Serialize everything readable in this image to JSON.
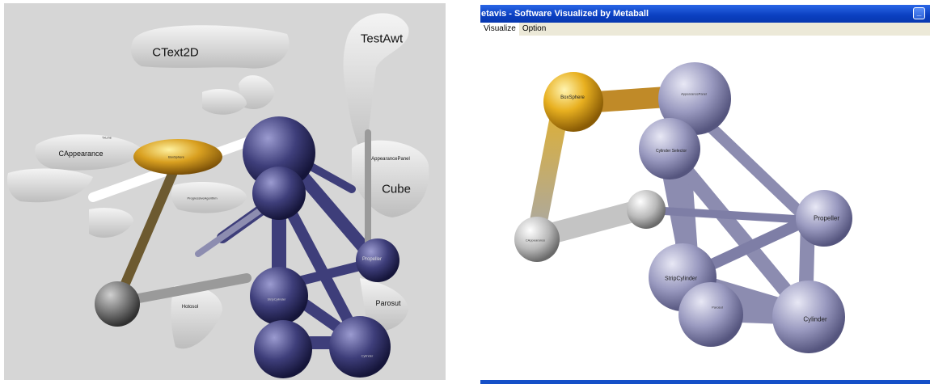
{
  "left_scene": {
    "labels": {
      "ctext2d": "CText2D",
      "testawt": "TestAwt",
      "cube": "Cube",
      "cappearance": "CAppearance",
      "appearancepanel": "AppearancePanel",
      "boxsphere": "BoxSphere",
      "propeller": "Propeller",
      "parosut": "Parosut",
      "hotosol": "Hotosol",
      "stripcylinder": "StripCylinder",
      "cylinder": "Cylinder",
      "progressiveagorithm": "ProgressiveAgorithm",
      "textline": "TxLine"
    }
  },
  "window": {
    "title": "etavis - Software Visualized by Metaball",
    "minimize_glyph": "_"
  },
  "menu": {
    "items": [
      "Visualize",
      "Option"
    ]
  },
  "right_scene": {
    "labels": {
      "boxsphere": "BoxSphere",
      "appearancepanel": "AppearancePanel",
      "cylinderselector": "Cylinder Selector",
      "propeller": "Propeller",
      "stripcylinder": "StripCylinder",
      "cylinder": "Cylinder",
      "parosut": "Parosut",
      "graysphere": "CAppearance"
    }
  },
  "colors": {
    "sphere_purple": "#8c8cb4",
    "sphere_dark_purple": "#3e3e7a",
    "sphere_gold": "#e8b020",
    "sphere_gray": "#a0a0a0",
    "title_bar": "#0a3fc0",
    "menu_bg": "#ece9d8"
  }
}
